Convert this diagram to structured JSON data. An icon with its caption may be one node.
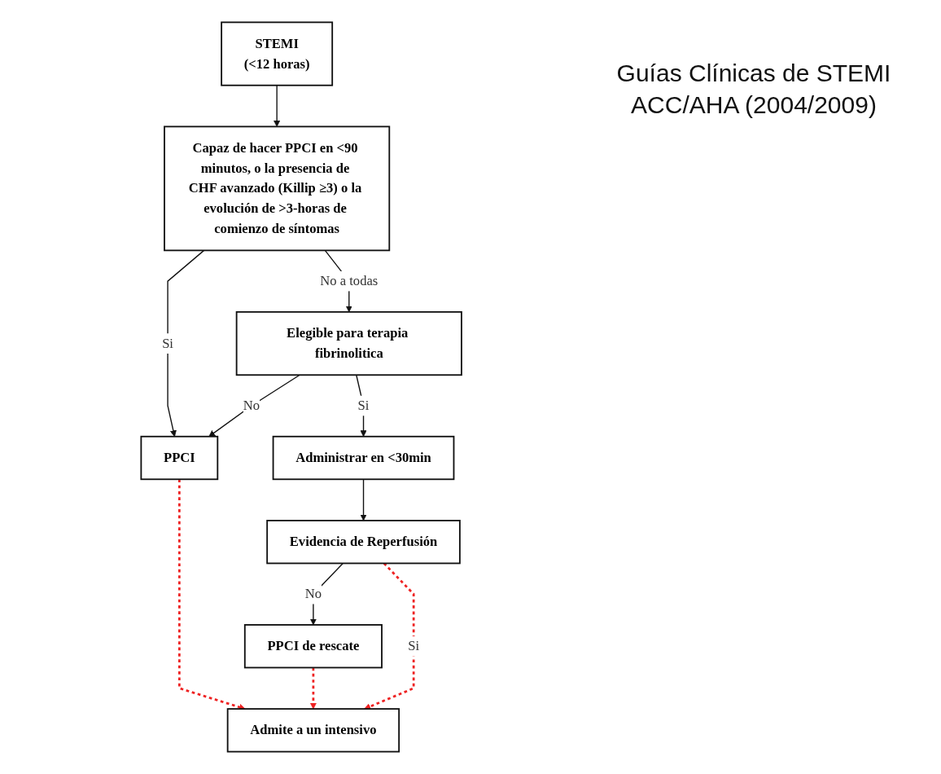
{
  "diagram": {
    "title": "Guías Clínicas de STEMI ACC/AHA (2004/2009)",
    "nodes": [
      {
        "text": [
          "STEMI",
          "(<12 horas)"
        ]
      },
      {
        "text": [
          "Capaz de hacer PPCI en <90 minutos, o la presencia de CHF avanzado (Killip ≥3) o la evolución de >3-horas de comienzo de síntomas"
        ]
      },
      {
        "text": [
          "Elegible para terapia fibrinolitica"
        ]
      },
      {
        "text": [
          "PPCI"
        ]
      },
      {
        "text": [
          "Administrar en <30min"
        ]
      },
      {
        "text": [
          "Evidencia de Reperfusión"
        ]
      },
      {
        "text": [
          "PPCI de rescate"
        ]
      },
      {
        "text": [
          "Admite a un intensivo"
        ]
      }
    ],
    "edges": [
      {
        "from": 0,
        "to": 1,
        "arrow": "to"
      },
      {
        "from": 1,
        "to": 3,
        "arrow": "to",
        "label": "Si"
      },
      {
        "from": 1,
        "to": 2,
        "arrow": "to",
        "label": "No a todas"
      },
      {
        "from": 2,
        "to": 3,
        "arrow": "to",
        "label": "No"
      },
      {
        "from": 2,
        "to": 4,
        "arrow": "to",
        "label": "Si"
      },
      {
        "from": 4,
        "to": 5,
        "arrow": "to"
      },
      {
        "from": 5,
        "to": 6,
        "arrow": "to",
        "label": "No"
      },
      {
        "from": 5,
        "to": 7,
        "arrow": "to",
        "label": "Si",
        "style": "dashed",
        "color": "#ee2222"
      },
      {
        "from": 6,
        "to": 7,
        "arrow": "to",
        "style": "dashed",
        "color": "#ee2222"
      },
      {
        "from": 3,
        "to": 7,
        "arrow": "to",
        "style": "dashed",
        "color": "#ee2222"
      }
    ]
  }
}
